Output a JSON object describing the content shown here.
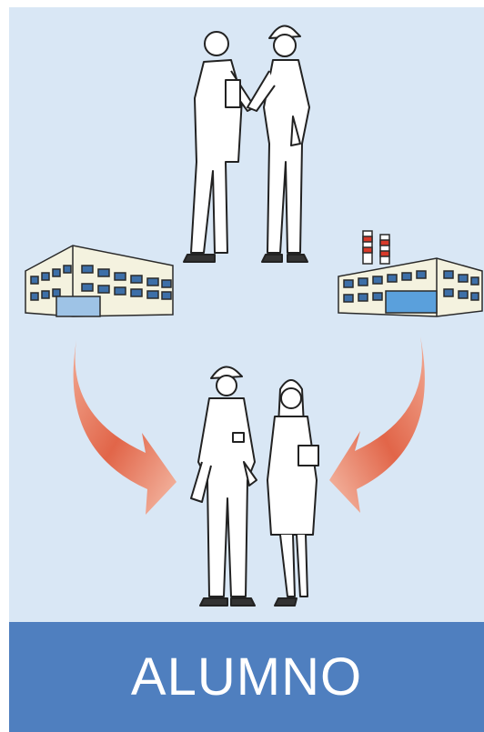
{
  "banner": {
    "label": "ALUMNO"
  },
  "colors": {
    "background": "#d9e7f5",
    "banner": "#4f7fbf",
    "arrow": "#e05a3c",
    "building_wall": "#f4f2df",
    "window": "#3d6fa8"
  },
  "illustration": {
    "top_figures": [
      "businessman",
      "worker-in-helmet"
    ],
    "bottom_figures": [
      "worker-with-wrench",
      "lab-woman"
    ],
    "buildings": [
      "company-building",
      "factory-building"
    ],
    "arrows": [
      "left-arrow",
      "right-arrow"
    ]
  }
}
